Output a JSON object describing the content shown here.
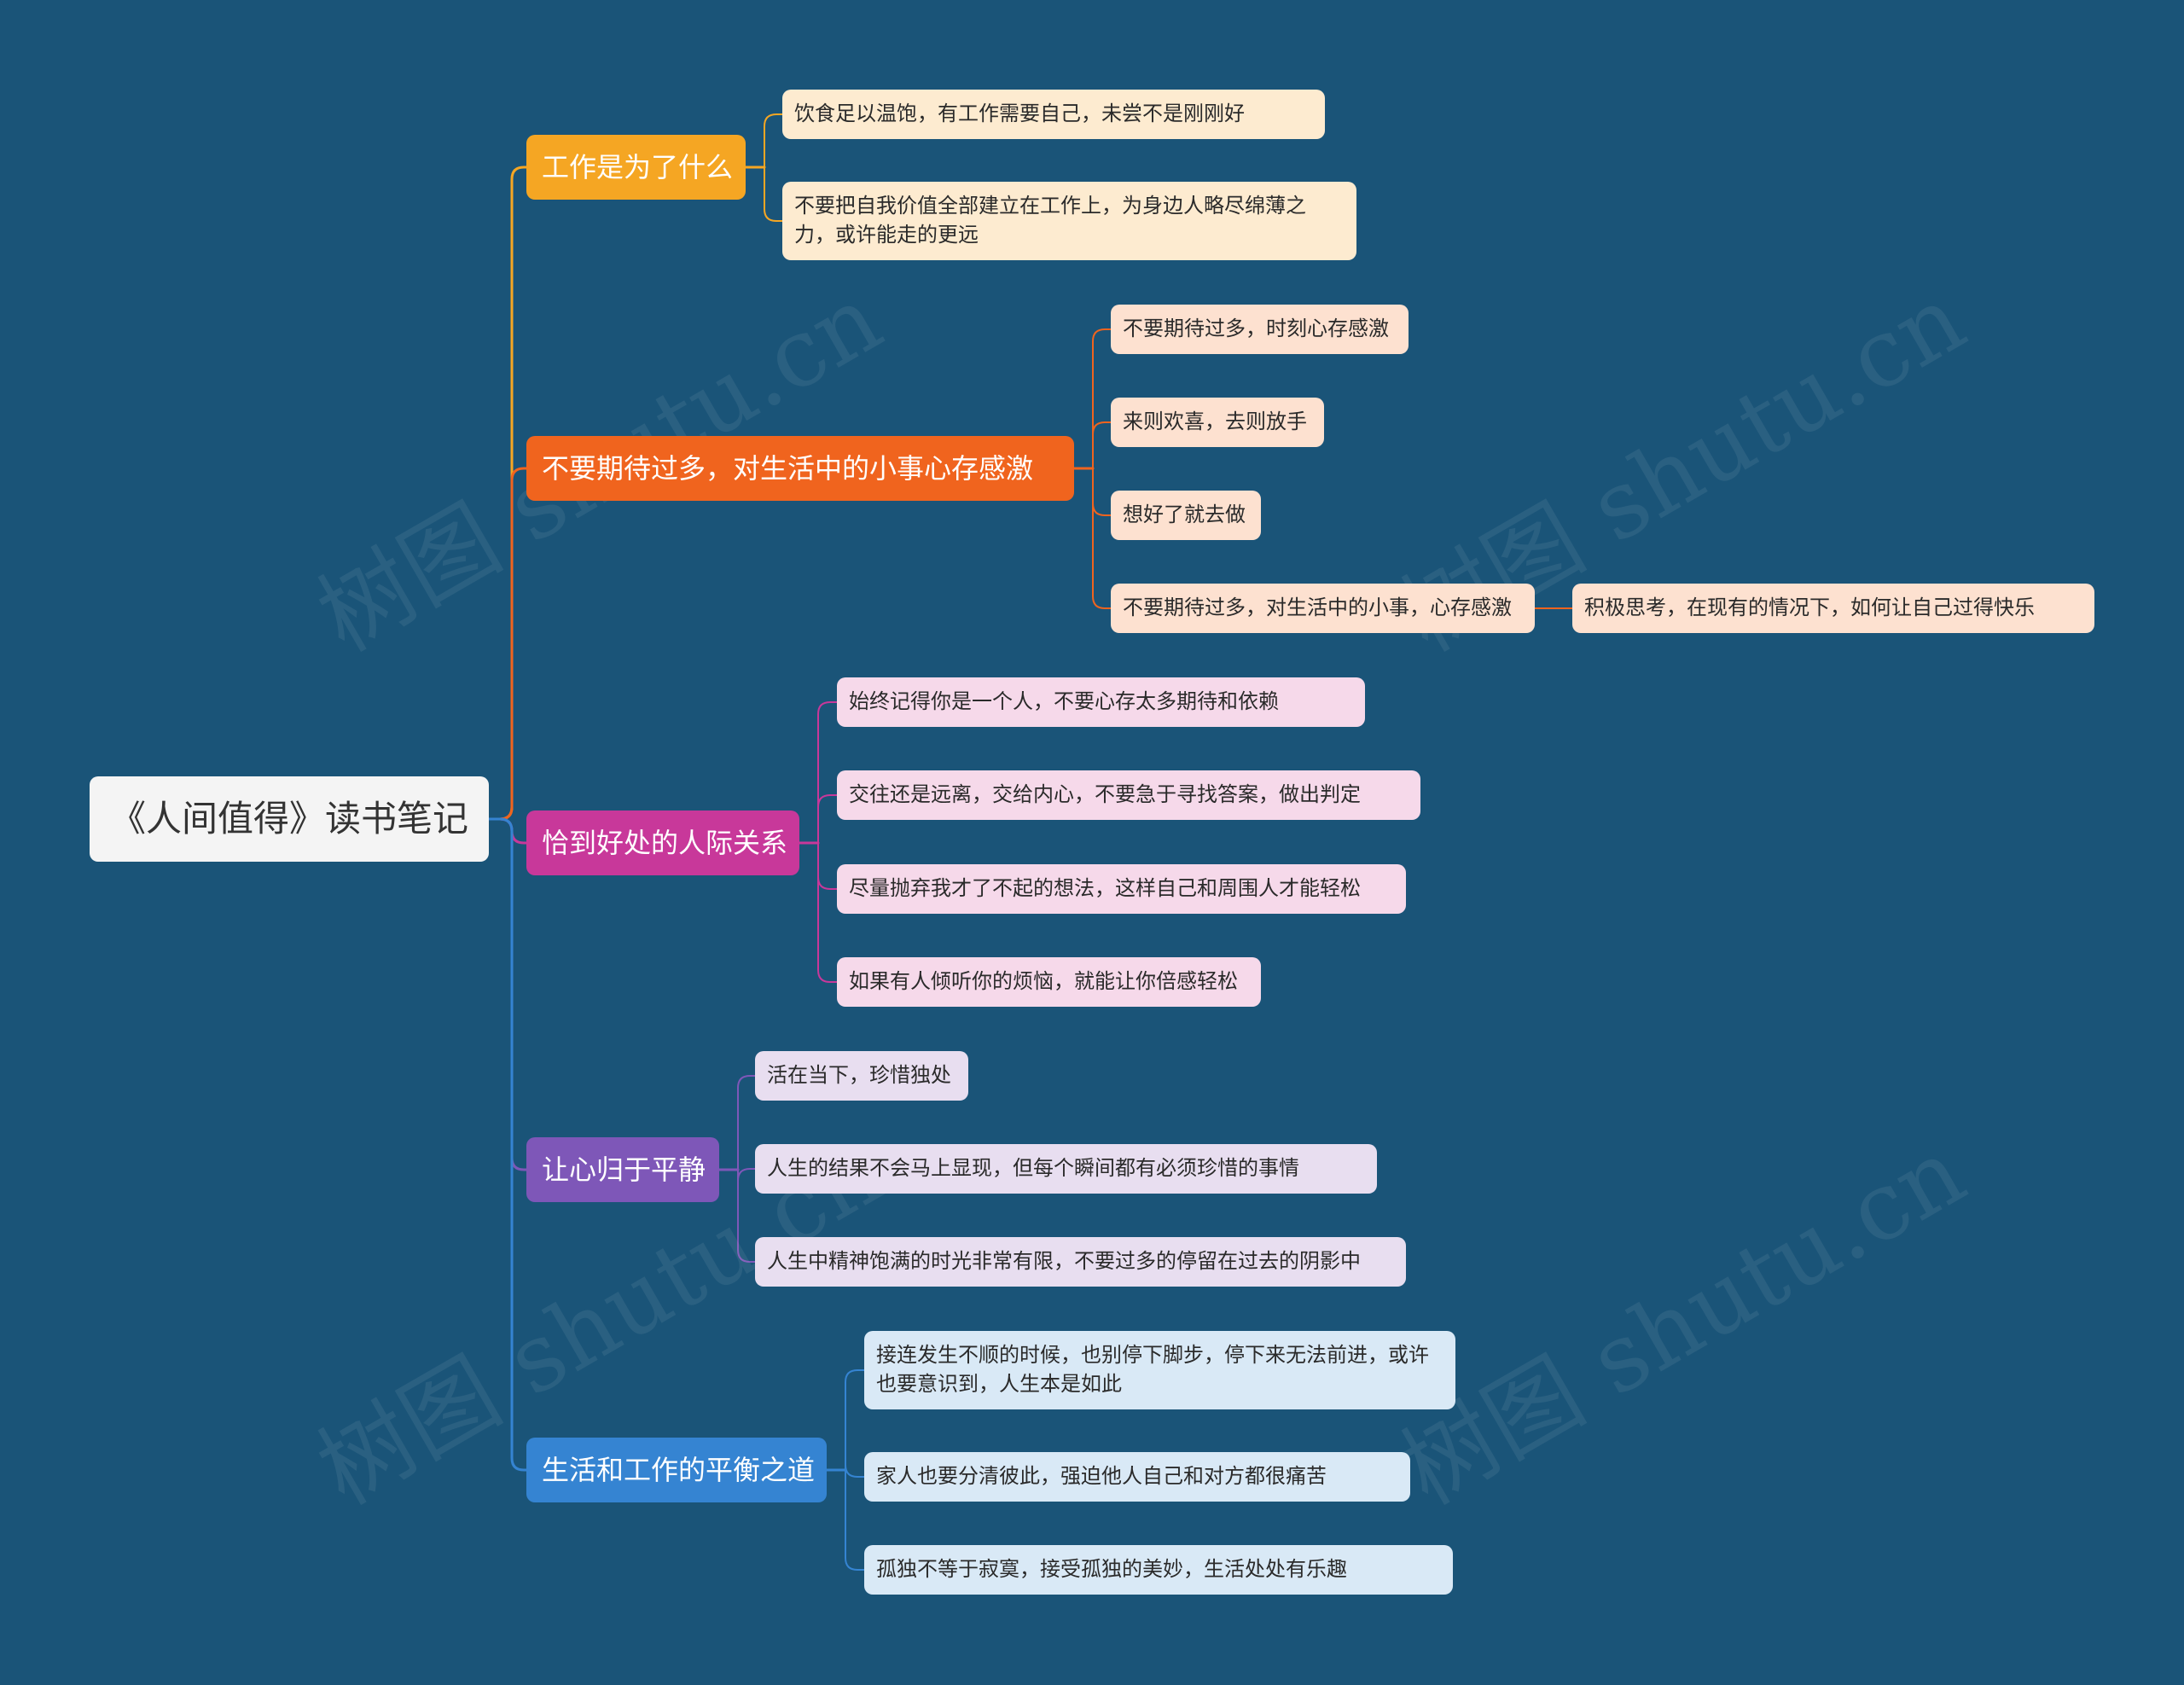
{
  "root": "《人间值得》读书笔记",
  "watermark": "树图 shutu.cn",
  "branches": [
    {
      "label": "工作是为了什么",
      "color": "#f5a623",
      "leaf_bg": "#fdebd0",
      "leaves": [
        "饮食足以温饱，有工作需要自己，未尝不是刚刚好",
        "不要把自我价值全部建立在工作上，为身边人略尽绵薄之力，或许能走的更远"
      ]
    },
    {
      "label": "不要期待过多，对生活中的小事心存感激",
      "color": "#f0641e",
      "leaf_bg": "#fde1d0",
      "leaves": [
        "不要期待过多，时刻心存感激",
        "来则欢喜，去则放手",
        "想好了就去做",
        "不要期待过多，对生活中的小事，心存感激"
      ],
      "sub_leaf": "积极思考，在现有的情况下，如何让自己过得快乐"
    },
    {
      "label": "恰到好处的人际关系",
      "color": "#c8389a",
      "leaf_bg": "#f6d9ea",
      "leaves": [
        "始终记得你是一个人，不要心存太多期待和依赖",
        "交往还是远离，交给内心，不要急于寻找答案，做出判定",
        "尽量抛弃我才了不起的想法，这样自己和周围人才能轻松",
        "如果有人倾听你的烦恼，就能让你倍感轻松"
      ]
    },
    {
      "label": "让心归于平静",
      "color": "#7e57b8",
      "leaf_bg": "#e8def0",
      "leaves": [
        "活在当下，珍惜独处",
        "人生的结果不会马上显现，但每个瞬间都有必须珍惜的事情",
        "人生中精神饱满的时光非常有限，不要过多的停留在过去的阴影中"
      ]
    },
    {
      "label": "生活和工作的平衡之道",
      "color": "#3584d2",
      "leaf_bg": "#d9e9f6",
      "leaves": [
        "接连发生不顺的时候，也别停下脚步，停下来无法前进，或许也要意识到，人生本是如此",
        "家人也要分清彼此，强迫他人自己和对方都很痛苦",
        "孤独不等于寂寞，接受孤独的美妙，生活处处有乐趣"
      ]
    }
  ]
}
